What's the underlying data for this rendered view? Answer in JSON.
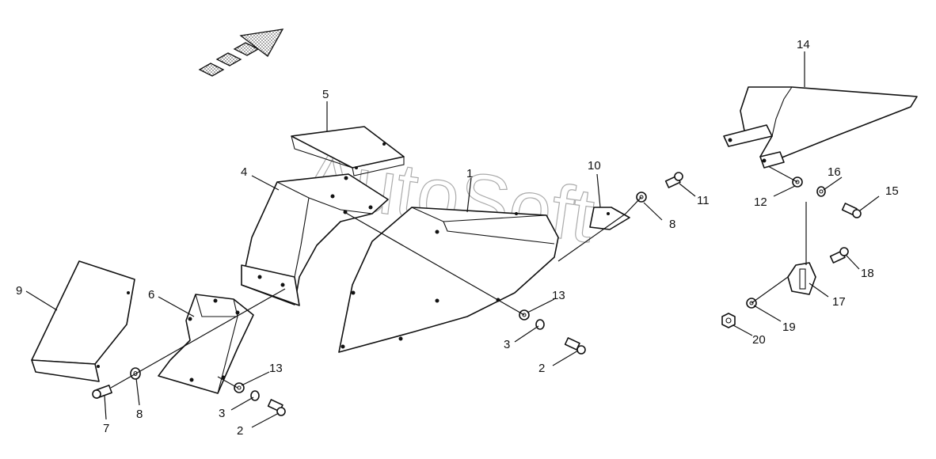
{
  "watermark": "AutoSoft",
  "callouts": [
    {
      "id": "c1",
      "label": "1"
    },
    {
      "id": "c2a",
      "label": "2"
    },
    {
      "id": "c2b",
      "label": "2"
    },
    {
      "id": "c3a",
      "label": "3"
    },
    {
      "id": "c3b",
      "label": "3"
    },
    {
      "id": "c4",
      "label": "4"
    },
    {
      "id": "c5",
      "label": "5"
    },
    {
      "id": "c6",
      "label": "6"
    },
    {
      "id": "c7",
      "label": "7"
    },
    {
      "id": "c8a",
      "label": "8"
    },
    {
      "id": "c8b",
      "label": "8"
    },
    {
      "id": "c9",
      "label": "9"
    },
    {
      "id": "c10",
      "label": "10"
    },
    {
      "id": "c11",
      "label": "11"
    },
    {
      "id": "c12",
      "label": "12"
    },
    {
      "id": "c13a",
      "label": "13"
    },
    {
      "id": "c13b",
      "label": "13"
    },
    {
      "id": "c14",
      "label": "14"
    },
    {
      "id": "c15",
      "label": "15"
    },
    {
      "id": "c16",
      "label": "16"
    },
    {
      "id": "c17",
      "label": "17"
    },
    {
      "id": "c18",
      "label": "18"
    },
    {
      "id": "c19",
      "label": "19"
    },
    {
      "id": "c20",
      "label": "20"
    }
  ]
}
